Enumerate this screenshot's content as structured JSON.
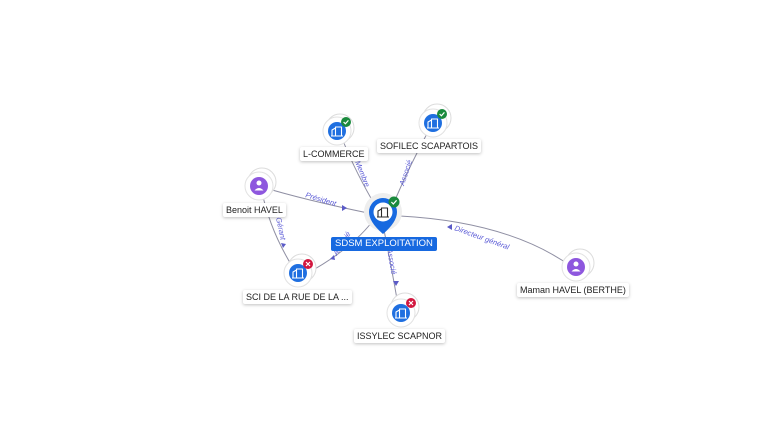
{
  "colors": {
    "company": "#1f6fe0",
    "person": "#8e57de",
    "active": "#1a8a3d",
    "closed": "#d2173f",
    "edge_label": "#5b5bd6",
    "main_label_bg": "#1769e0"
  },
  "nodes": {
    "sdsm": {
      "label": "SDSM EXPLOITATION",
      "icon": "building-icon",
      "status": "active"
    },
    "lcommerce": {
      "label": "L-COMMERCE",
      "icon": "building-icon",
      "status": "active"
    },
    "sofilec": {
      "label": "SOFILEC SCAPARTOIS",
      "icon": "building-icon",
      "status": "active"
    },
    "benoit": {
      "label": "Benoit HAVEL",
      "icon": "person-icon"
    },
    "sci": {
      "label": "SCI DE LA RUE DE LA ...",
      "icon": "building-icon",
      "status": "closed"
    },
    "issylec": {
      "label": "ISSYLEC SCAPNOR",
      "icon": "building-icon",
      "status": "closed"
    },
    "maman": {
      "label": "Maman HAVEL (BERTHE)",
      "icon": "person-icon"
    }
  },
  "edges": {
    "membre": "Membre",
    "associe_sofilec": "Associé",
    "president": "Président",
    "gerant": "Gérant",
    "associe_sci": "Associé",
    "associe_issylec": "Associé",
    "directeur": "Directeur général"
  }
}
